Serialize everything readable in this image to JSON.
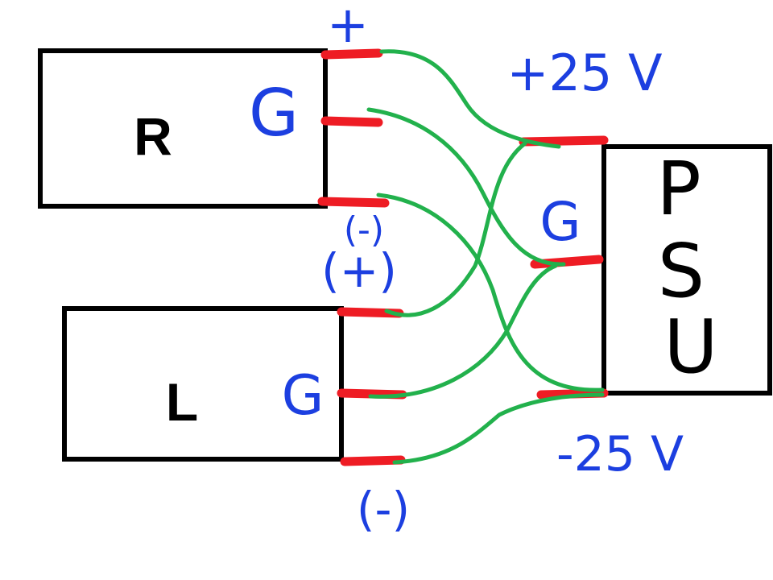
{
  "colors": {
    "outline": "#000000",
    "pad": "#ee1c24",
    "wire": "#22b14c",
    "annotation": "#1c3fe0",
    "text": "#000000"
  },
  "devices": {
    "right": {
      "label": "R",
      "ground_label": "G"
    },
    "left": {
      "label": "L",
      "ground_label": "G"
    },
    "psu": {
      "letters": [
        "P",
        "S",
        "U"
      ],
      "ground_label": "G"
    }
  },
  "annotations": {
    "right_plus": "+",
    "right_minus": "(-)",
    "left_plus": "(+)",
    "left_minus": "(-)",
    "psu_positive": "+25 V",
    "psu_negative": "-25 V"
  }
}
